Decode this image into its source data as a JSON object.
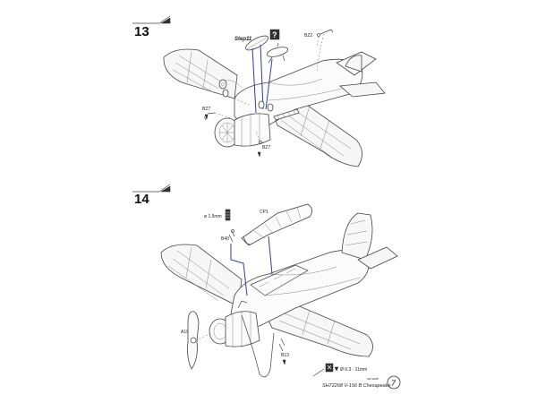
{
  "step13": {
    "number": "13",
    "subassembly_label": "Step11",
    "part_b22_top": "BZ2",
    "part_b27_left": "BZ7",
    "part_b27_bottom": "BZ7"
  },
  "step14": {
    "number": "14",
    "wire_diameter": "ø 1.5mm",
    "part_cp1": "CP1",
    "part_b40": "B40",
    "part_a19": "A19",
    "part_b13": "B13",
    "wire_spec": "Ø 0.3 - 11mm"
  },
  "footer": {
    "kit_title": "SH72268 V-156 B Chesapeake",
    "page_number": "7",
    "small_print": "SH72268"
  }
}
